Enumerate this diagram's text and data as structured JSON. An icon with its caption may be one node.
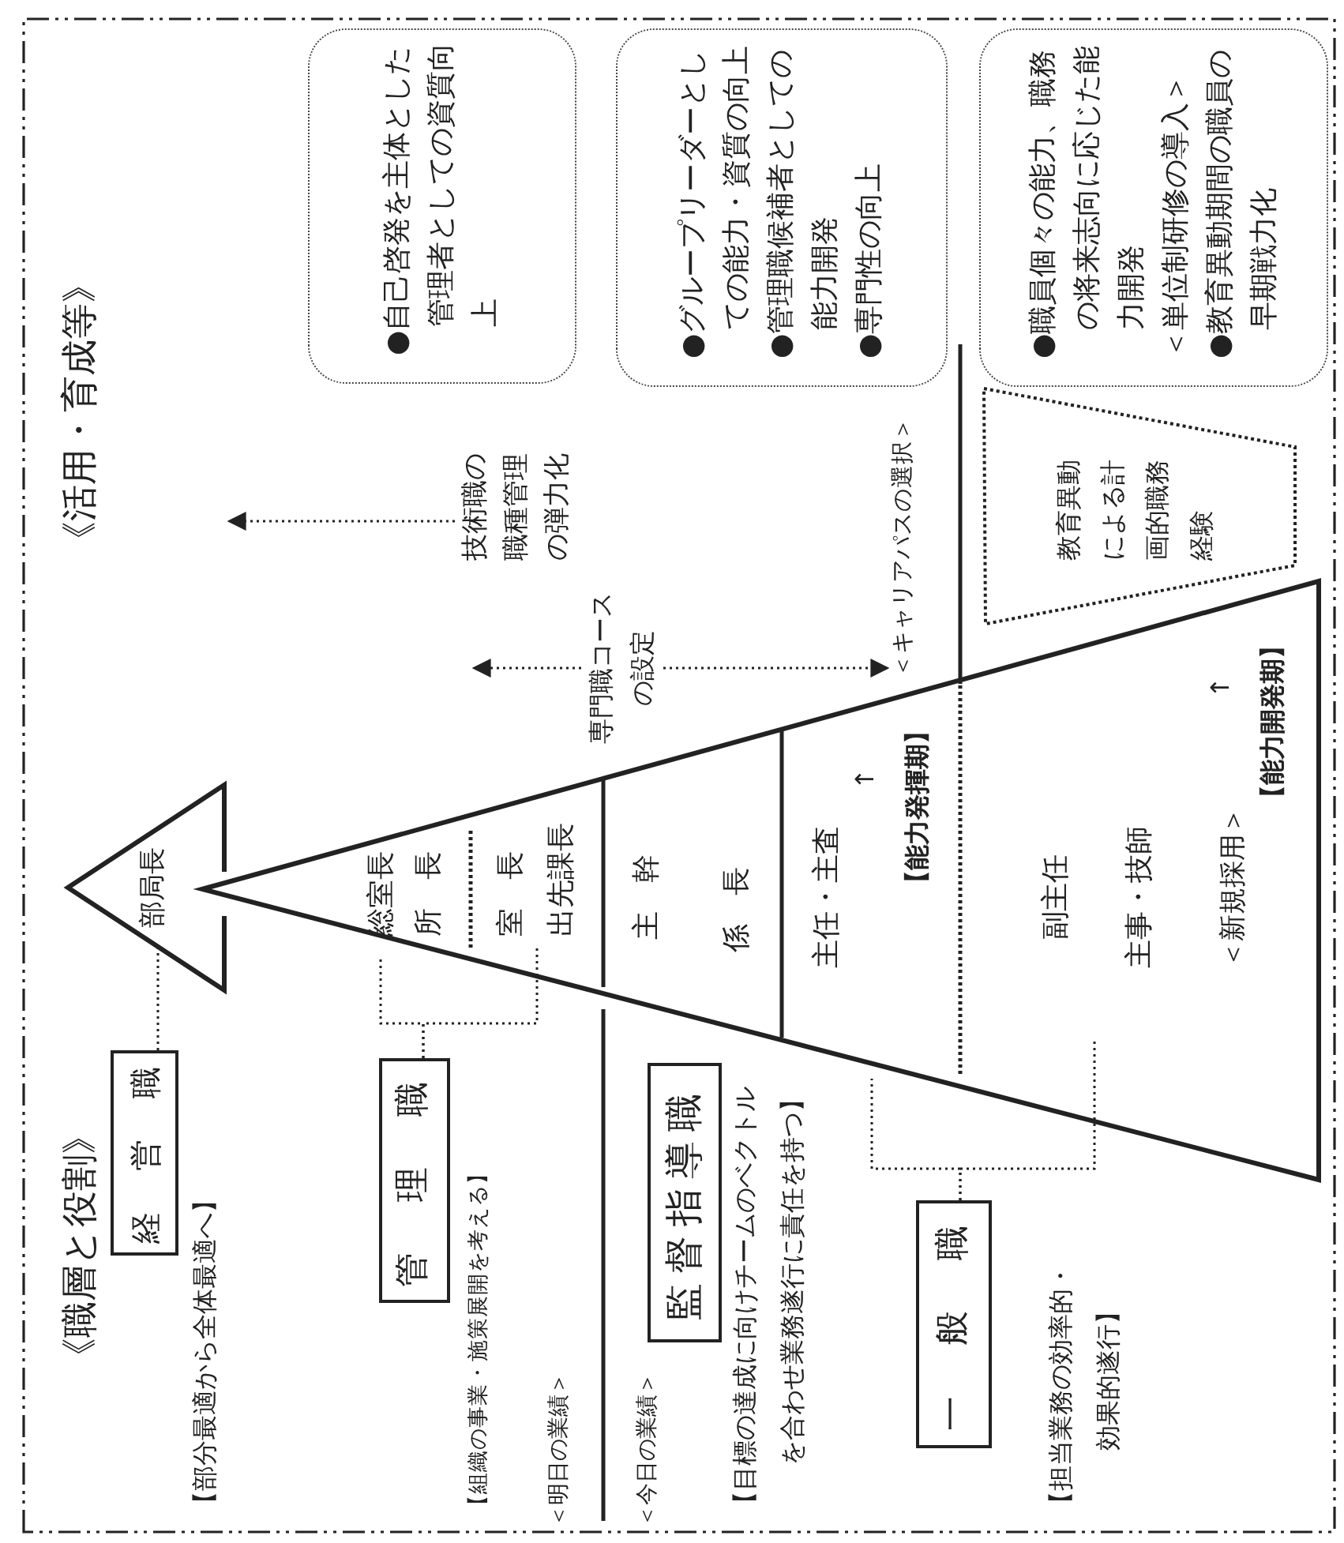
{
  "diagram": {
    "nodes": [
      {
        "text": [
          "部局長"
        ]
      },
      {
        "text": [
          "経　営　職"
        ],
        "beside": [
          "【部分最適から全体最適へ】"
        ]
      },
      {
        "text": [
          "管　理　職"
        ],
        "beside": [
          "【組織の事業・施策展開を考える】"
        ]
      },
      {
        "text": [
          "監督指導職"
        ],
        "beside": [
          "【目標の達成に向けチームのベクトルを合わせ業務遂行に責任を持つ】"
        ]
      },
      {
        "text": [
          "一　般　職"
        ],
        "beside": [
          "【担当業務の効率的・効果的遂行】"
        ]
      },
      {
        "text": [
          "技術職の職種管理の弾力化"
        ]
      },
      {
        "text": [
          "専門職コースの設定"
        ]
      },
      {
        "text": [
          "＜キャリアパスの選択＞"
        ]
      },
      {
        "text": [
          "教育異動による計画的職務経験"
        ]
      },
      {
        "text": [
          "●自己啓発を主体とした管理者としての資質向上"
        ]
      },
      {
        "text": [
          "●グループリーダーとしての能力・資質の向上",
          "●管理職候補者としての能力開発",
          "●専門性の向上"
        ]
      },
      {
        "text": [
          "●職員個々の能力、職務の将来志向に応じた能力開発",
          "＜単位制研修の導入＞",
          "●教育異動期間の職員の早期戦力化"
        ]
      }
    ],
    "edges": [
      {
        "from": 1,
        "to": 0,
        "arrow": "none"
      },
      {
        "from": 2,
        "to": null,
        "arrow": "none"
      },
      {
        "from": 2,
        "to": null,
        "arrow": "none"
      },
      {
        "from": 4,
        "to": null,
        "arrow": "none"
      },
      {
        "from": 4,
        "to": null,
        "arrow": "none"
      },
      {
        "from": 5,
        "to": null,
        "arrow": "to"
      },
      {
        "from": 6,
        "to": null,
        "arrow": "to"
      },
      {
        "from": 6,
        "to": 7,
        "arrow": "to"
      }
    ],
    "labels": [
      "《職層と役割》",
      "《活用・育成等》",
      "＜明日の業績＞",
      "＜今日の業績＞",
      "総室長",
      "所　長",
      "室　長",
      "出先課長",
      "主　幹",
      "係　長",
      "↑",
      "主任・主査",
      "【能力発揮期】",
      "副主任",
      "主事・技師",
      "＜新規採用＞",
      "↑",
      "【能力開発期】"
    ]
  }
}
